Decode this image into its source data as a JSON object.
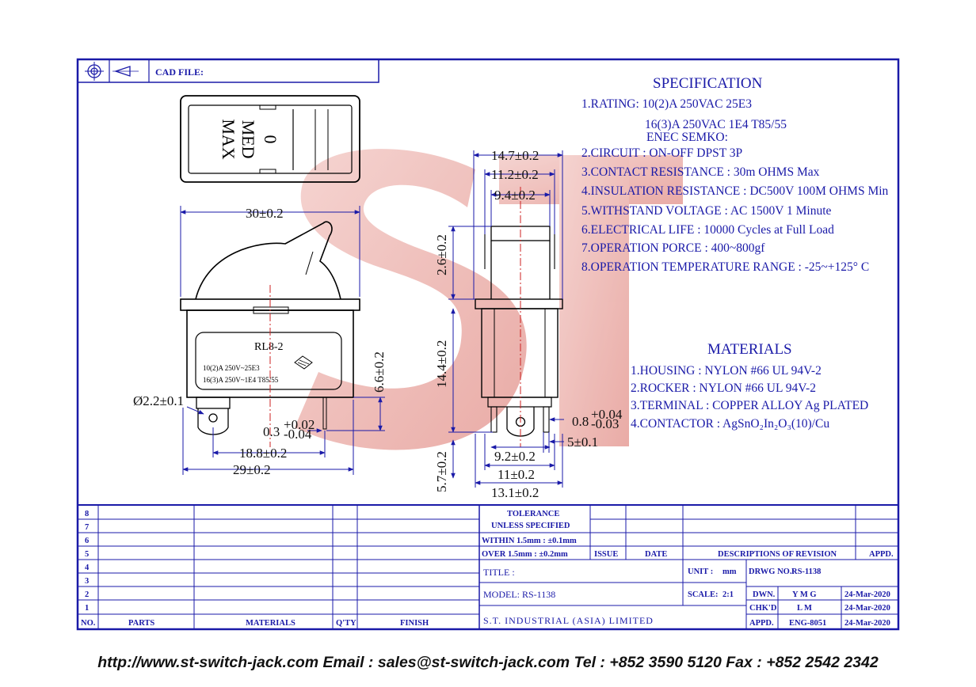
{
  "cad_file_label": "CAD FILE:",
  "switch_face": {
    "label_0": "0",
    "label_med": "MED",
    "label_max": "MAX"
  },
  "switch_body": {
    "model": "RL8-2",
    "line1": "10(2)A  250V~25E3",
    "line2": "16(3)A  250V~1E4  T85/55"
  },
  "dimensions": {
    "width_top": "30±0.2",
    "hole_dia": "Ø2.2±0.1",
    "term_thick_base": "0.3",
    "term_thick_sup": "+0.02",
    "term_thick_sub": "-0.04",
    "spacing_18": "18.8±0.2",
    "width_29": "29±0.2",
    "height_6_6": "6.6±0.2",
    "w_14_7": "14.7±0.2",
    "w_11_2": "11.2±0.2",
    "w_9_4": "9.4±0.2",
    "h_2_6": "2.6±0.2",
    "h_14_4": "14.4±0.2",
    "h_5_7": "5.7±0.2",
    "t_0_8_base": "0.8",
    "t_0_8_sup": "+0.04",
    "t_0_8_sub": "-0.03",
    "w_5": "5±0.1",
    "w_9_2": "9.2±0.2",
    "w_11": "11±0.2",
    "w_13_1": "13.1±0.2"
  },
  "specification": {
    "title": "SPECIFICATION",
    "lines": [
      "1.RATING: 10(2)A  250VAC  25E3",
      "16(3)A  250VAC  1E4  T85/55",
      "ENEC SEMKO:",
      "2.CIRCUIT : ON-OFF DPST 3P",
      "3.CONTACT RESISTANCE : 30m OHMS Max",
      "4.INSULATION RESISTANCE : DC500V 100M OHMS Min",
      "5.WITHSTAND VOLTAGE : AC 1500V 1 Minute",
      "6.ELECTRICAL LIFE : 10000 Cycles at Full Load",
      "7.OPERATION PORCE : 400~800gf",
      "8.OPERATION TEMPERATURE RANGE : -25~+125° C"
    ]
  },
  "materials": {
    "title": "MATERIALS",
    "lines": [
      "1.HOUSING : NYLON #66 UL 94V-2",
      "2.ROCKER : NYLON #66 UL 94V-2",
      "3.TERMINAL  : COPPER ALLOY Ag PLATED",
      "4.CONTACTOR : AgSnO₂In₂O₃(10)/Cu"
    ]
  },
  "parts_table": {
    "row_numbers": [
      "8",
      "7",
      "6",
      "5",
      "4",
      "3",
      "2",
      "1"
    ],
    "headers": {
      "no": "NO.",
      "parts": "PARTS",
      "materials": "MATERIALS",
      "qty": "Q'TY",
      "finish": "FINISH"
    }
  },
  "title_block": {
    "tolerance": "TOLERANCE",
    "unless": "UNLESS  SPECIFIED",
    "within": "WITHIN 1.5mm : ±0.1mm",
    "over": "OVER 1.5mm : ±0.2mm",
    "issue": "ISSUE",
    "date": "DATE",
    "descriptions": "DESCRIPTIONS  OF  REVISION",
    "appd_col": "APPD.",
    "title_label": "TITLE :",
    "unit_label": "UNIT :",
    "unit_value": "mm",
    "drwg_label": "DRWG NO.:",
    "drwg_value": "RS-1138",
    "model_label": "MODEL: RS-1138",
    "scale_label": "SCALE:",
    "scale_value": "2:1",
    "dwn_label": "DWN.",
    "dwn_value": "Y M G",
    "dwn_date": "24-Mar-2020",
    "chkd_label": "CHK'D",
    "chkd_value": "L M",
    "chkd_date": "24-Mar-2020",
    "appd_label": "APPD.",
    "appd_value": "ENG-8051",
    "appd_date": "24-Mar-2020",
    "company": "S.T.  INDUSTRIAL  (ASIA)  LIMITED"
  },
  "footer": "http://www.st-switch-jack.com  Email : sales@st-switch-jack.com  Tel : +852 3590 5120  Fax : +852 2542 2342",
  "watermark": "ST",
  "colors": {
    "border": "#1a1aa8",
    "watermark": "#e9aaa4",
    "centerline": "#cc2222",
    "dimension": "#1a1aa8"
  }
}
